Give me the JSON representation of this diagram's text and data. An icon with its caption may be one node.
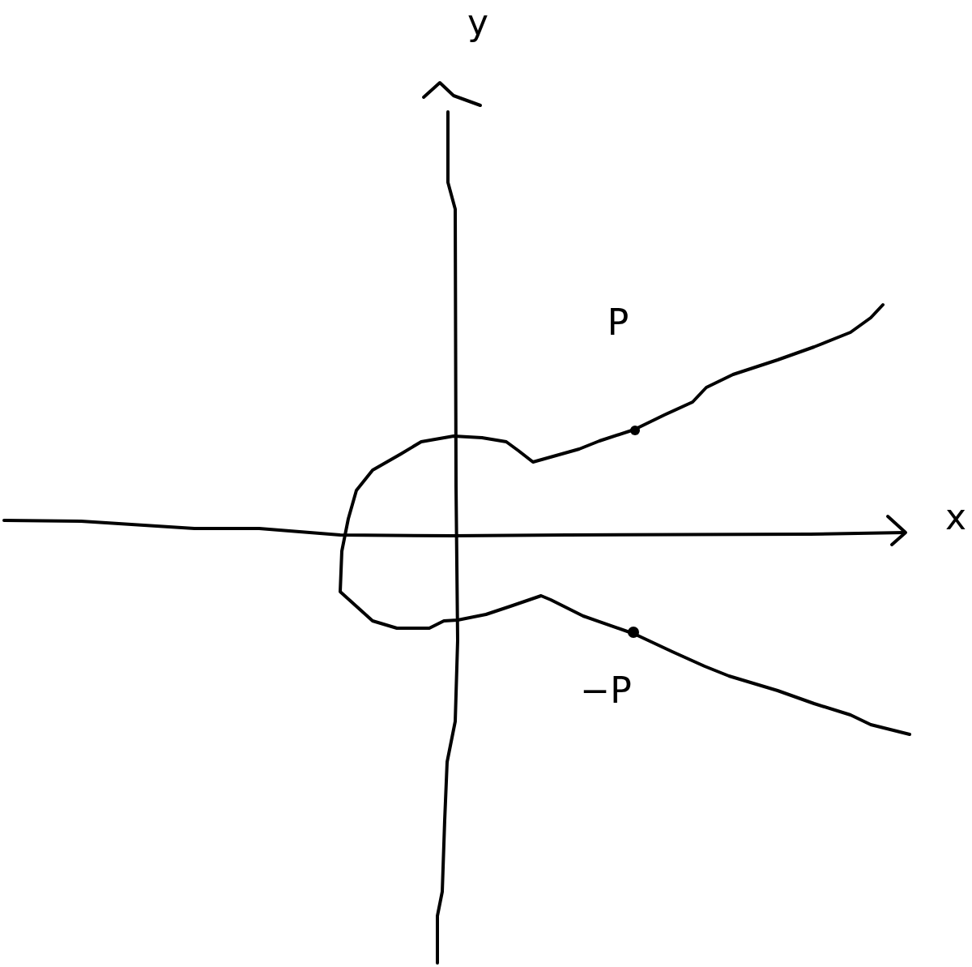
{
  "diagram": {
    "labels": [
      "y",
      "x",
      "P",
      "−P"
    ]
  }
}
